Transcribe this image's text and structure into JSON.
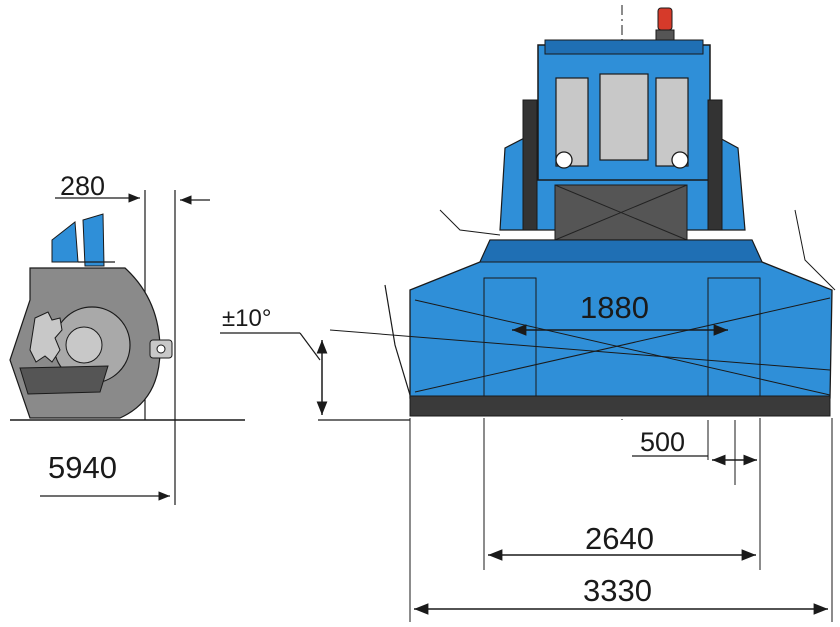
{
  "dimensions": {
    "side_thickness": "280",
    "tilt_angle": "±10°",
    "side_length": "5940",
    "inner_width": "1880",
    "small_width": "500",
    "track_width": "2640",
    "overall_width": "3330"
  },
  "colors": {
    "machine_blue": "#2f8fd8",
    "machine_blue_dark": "#1f6fb4",
    "blade_dark": "#3a3a3a",
    "housing_grey": "#8a8a8a",
    "glass_grey": "#c8c8c8",
    "beacon_red": "#d63a2a",
    "line": "#1a1a1a"
  }
}
